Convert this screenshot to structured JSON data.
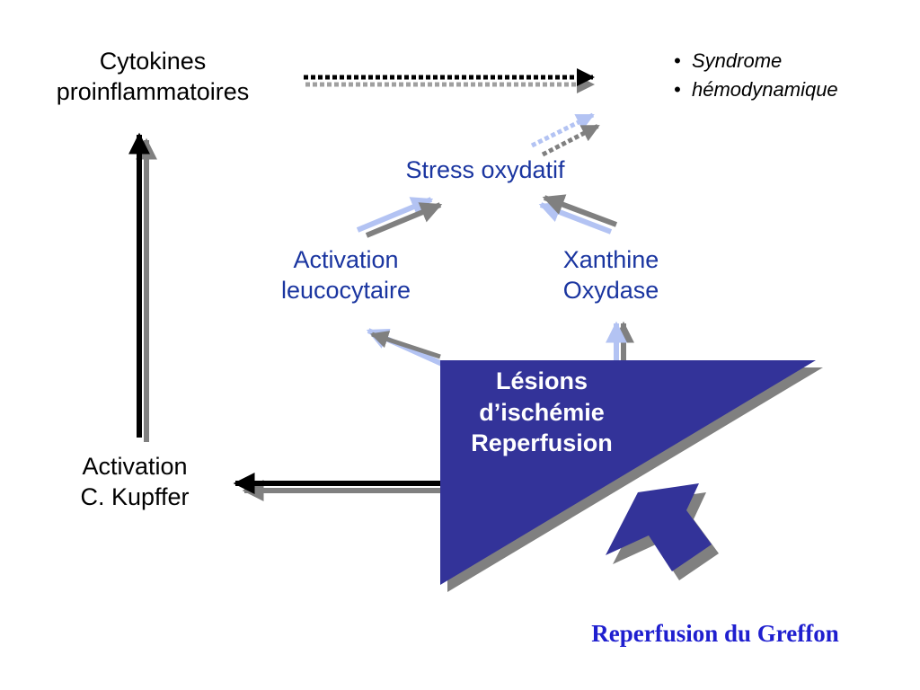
{
  "nodes": {
    "cytokines": {
      "line1": "Cytokines",
      "line2": "proinflammatoires"
    },
    "kupffer": {
      "line1": "Activation",
      "line2": "C. Kupffer"
    },
    "stress": {
      "label": "Stress oxydatif"
    },
    "leuco": {
      "line1": "Activation",
      "line2": "leucocytaire"
    },
    "xanthine": {
      "line1": "Xanthine",
      "line2": "Oxydase"
    },
    "lesions": {
      "line1": "Lésions",
      "line2": "d’ischémie",
      "line3": "Reperfusion"
    }
  },
  "outcomes": [
    {
      "text": "Syndrome"
    },
    {
      "text": "hémodynamique"
    }
  ],
  "bullet_glyph": "•",
  "caption": "Reperfusion du Greffon",
  "colors": {
    "text_black": "#000000",
    "text_blue": "#1a35a0",
    "triangle_fill": "#333399",
    "shadow": "#808080",
    "light_arrow": "#b3c3f3",
    "caption_blue": "#1f1fcf"
  }
}
